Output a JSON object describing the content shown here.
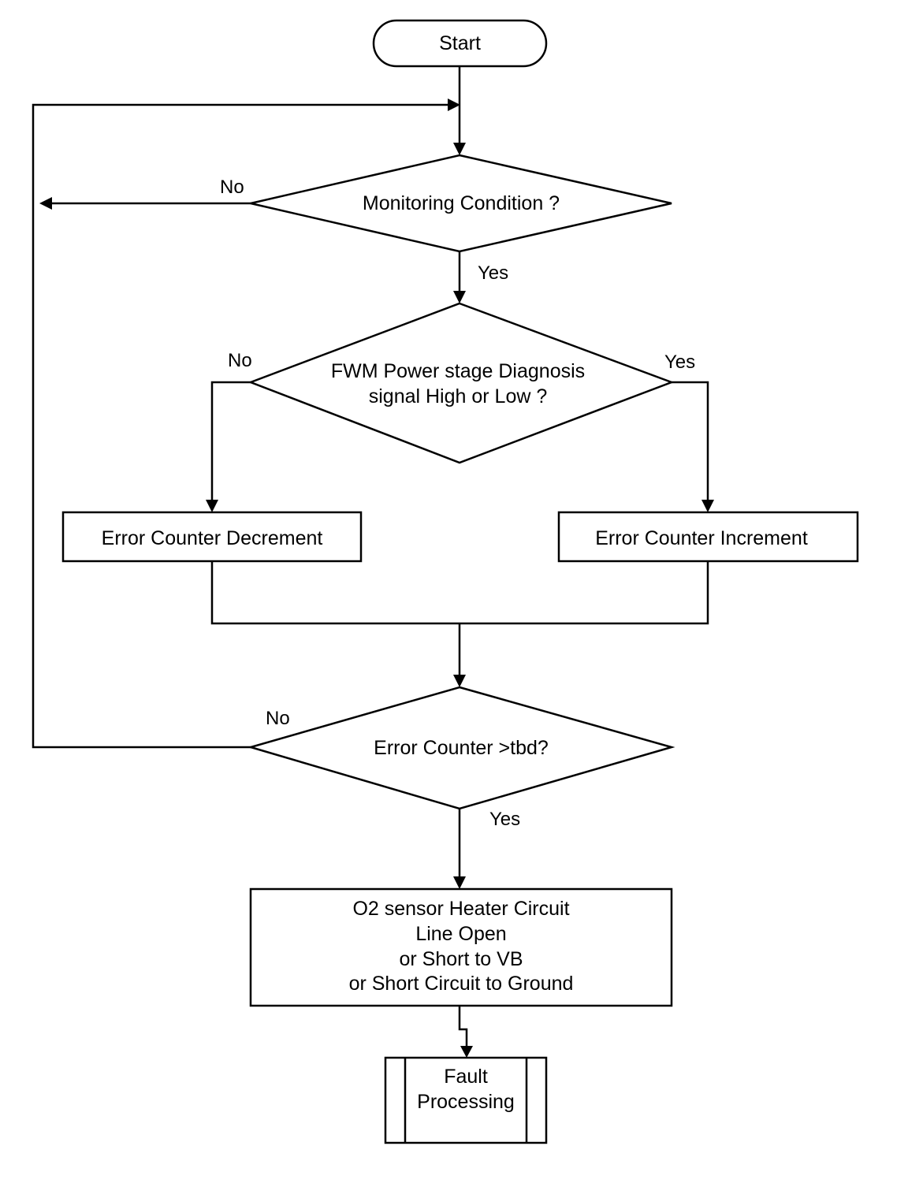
{
  "nodes": {
    "start": "Start",
    "monitoring": "Monitoring Condition ?",
    "diag_line1": "FWM Power stage Diagnosis",
    "diag_line2": "signal High or Low ?",
    "decrement": "Error Counter Decrement",
    "increment": "Error Counter Increment",
    "threshold": "Error Counter >tbd?",
    "fault_line1": "O2 sensor Heater Circuit",
    "fault_line2": "Line Open",
    "fault_line3": "or Short to VB",
    "fault_line4": "or Short Circuit to Ground",
    "proc_line1": "Fault",
    "proc_line2": "Processing"
  },
  "edges": {
    "monitoring_no": "No",
    "monitoring_yes": "Yes",
    "diag_no": "No",
    "diag_yes": "Yes",
    "threshold_no": "No",
    "threshold_yes": "Yes"
  }
}
